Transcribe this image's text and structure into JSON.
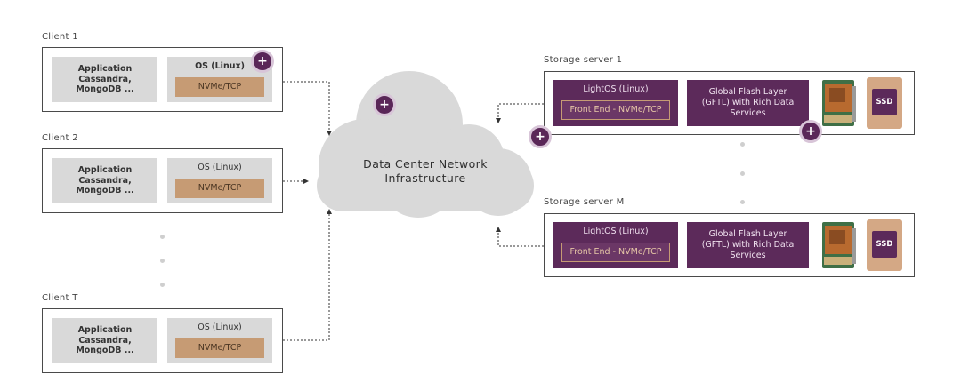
{
  "clients": [
    {
      "label": "Client 1",
      "app": "Application\nCassandra,\nMongoDB ...",
      "os": "OS (Linux)",
      "os_bold": true,
      "protocol": "NVMe/TCP"
    },
    {
      "label": "Client 2",
      "app": "Application\nCassandra,\nMongoDB ...",
      "os": "OS (Linux)",
      "os_bold": false,
      "protocol": "NVMe/TCP"
    },
    {
      "label": "Client T",
      "app": "Application\nCassandra,\nMongoDB ...",
      "os": "OS (Linux)",
      "os_bold": false,
      "protocol": "NVMe/TCP"
    }
  ],
  "cloud": {
    "line1": "Data Center Network",
    "line2": "Infrastructure"
  },
  "servers": [
    {
      "label": "Storage server 1",
      "os": "LightOS (Linux)",
      "frontend": "Front End - NVMe/TCP",
      "gftl": "Global Flash Layer\n(GFTL) with Rich Data\nServices",
      "ssd": "SSD"
    },
    {
      "label": "Storage server M",
      "os": "LightOS (Linux)",
      "frontend": "Front End - NVMe/TCP",
      "gftl": "Global Flash Layer\n(GFTL) with Rich Data\nServices",
      "ssd": "SSD"
    }
  ],
  "plus_symbol": "+",
  "colors": {
    "purple": "#5c2a5a",
    "tan": "#c69b74",
    "gray": "#d9d9d9",
    "cloud": "#d9d9d9"
  },
  "icons": [
    "plus-icon",
    "circuit-board-icon",
    "ssd-icon"
  ]
}
